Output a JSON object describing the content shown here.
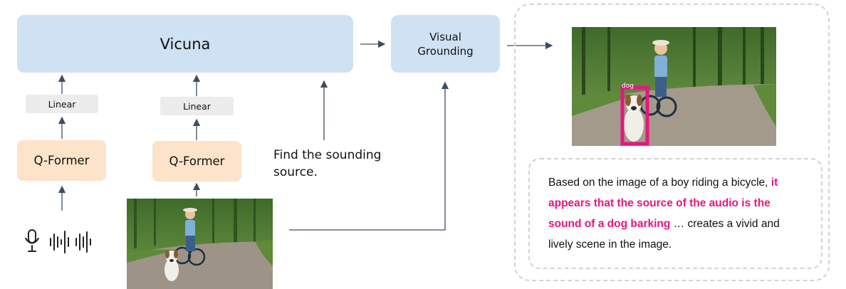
{
  "vicuna": {
    "label": "Vicuna"
  },
  "visual_grounding": {
    "label": "Visual\nGrounding"
  },
  "audio_branch": {
    "linear_label": "Linear",
    "qformer_label": "Q-Former",
    "icons": [
      "microphone-icon",
      "waveform-icon"
    ]
  },
  "image_branch": {
    "linear_label": "Linear",
    "qformer_label": "Q-Former"
  },
  "prompt": {
    "text": "Find the sounding\nsource."
  },
  "grounding_result": {
    "box_label": "dog",
    "box_color": "#e8157f"
  },
  "answer": {
    "prefix": "Based on the image of a boy riding a bicycle,",
    "highlight": "it appears that the source of the audio is the sound of a dog barking",
    "suffix": "… creates a vivid and lively scene in the image.",
    "highlight_color": "#e8157f"
  },
  "colors": {
    "llm_box": "#cfe2f3",
    "qformer_box": "#fde3c9",
    "linear_box": "#ececec",
    "arrow": "#3d4e63"
  }
}
